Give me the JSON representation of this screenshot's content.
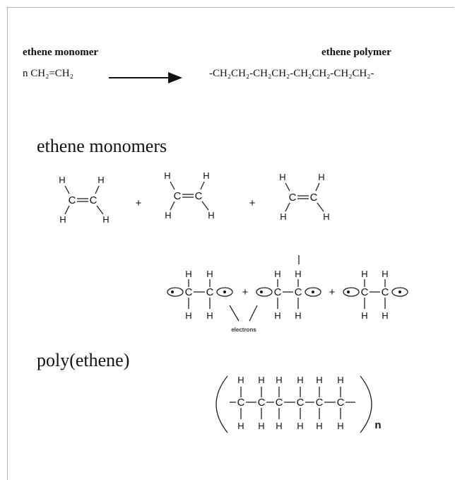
{
  "labels": {
    "monomer_heading": "ethene  monomer",
    "polymer_heading": "ethene polymer",
    "reaction_left": "n CH₂=CH₂",
    "reaction_right": "-CH₂CH₂-CH₂CH₂-CH₂CH₂-CH₂CH₂-",
    "monomers_title": "ethene monomers",
    "polymer_title": "poly(ethene)",
    "electrons_label": "electrons",
    "repeat_n": "n"
  },
  "atoms": {
    "carbon": "C",
    "hydrogen": "H",
    "plus": "+",
    "dash": "-"
  }
}
